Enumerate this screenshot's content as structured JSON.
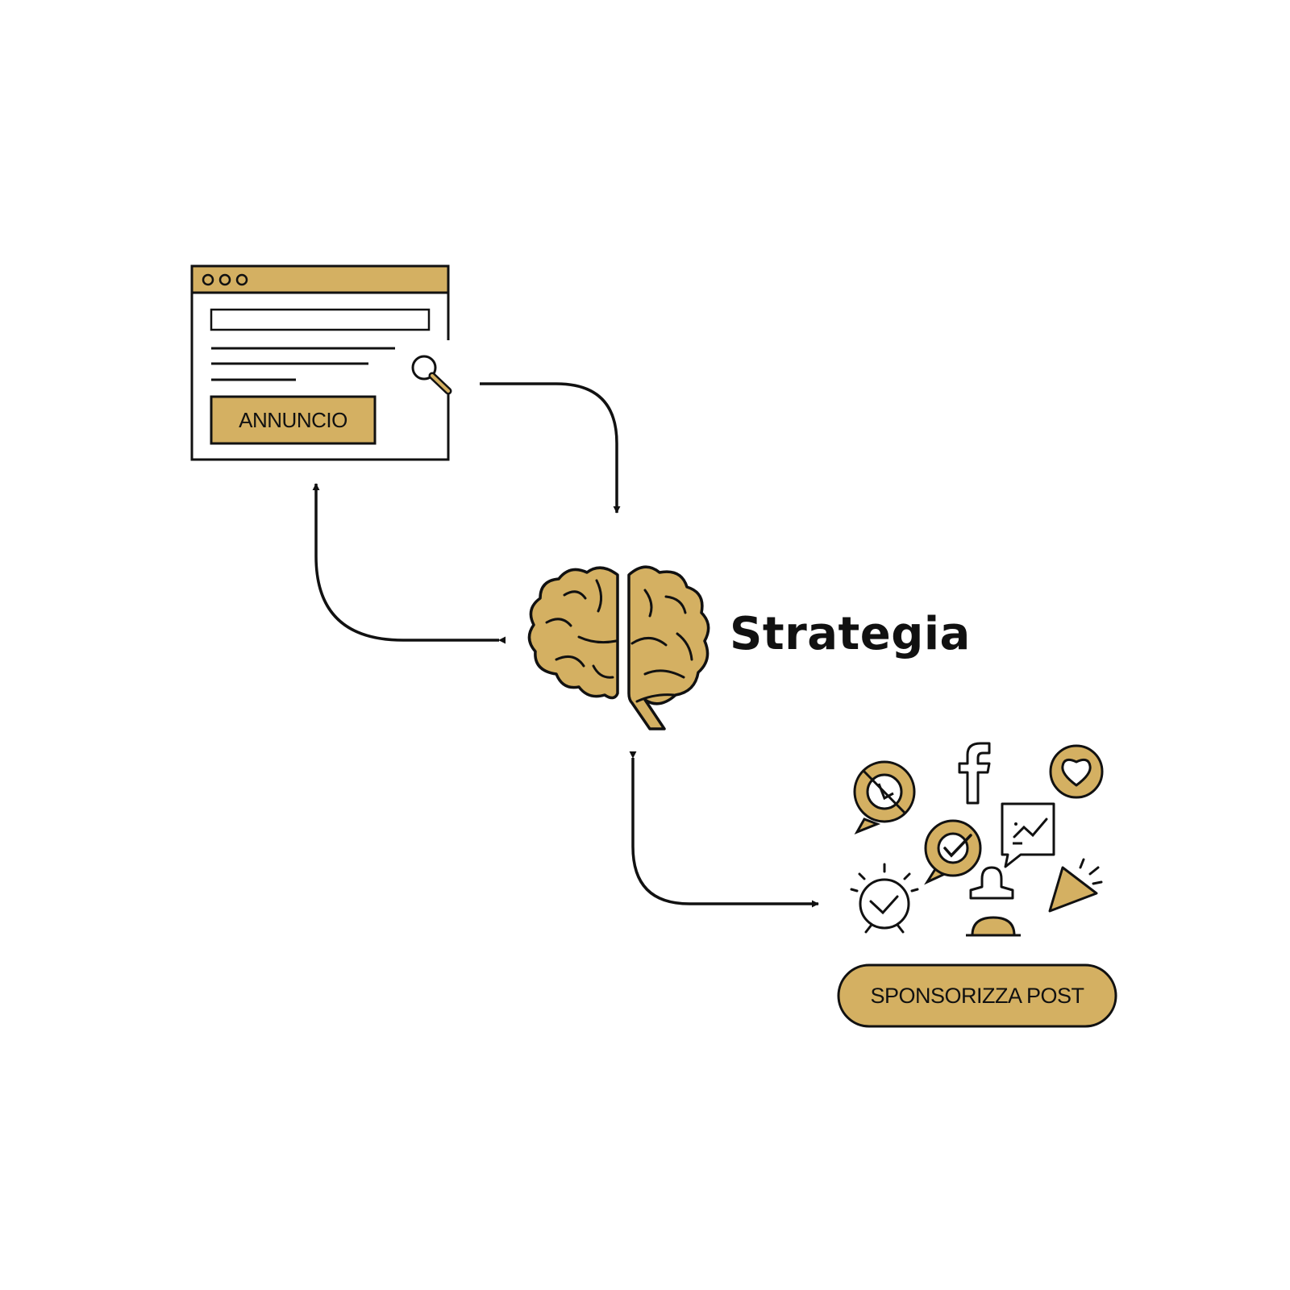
{
  "diagram": {
    "ad_window": {
      "button_label": "ANNUNCIO",
      "icon": "search-icon"
    },
    "center": {
      "label": "Strategia",
      "icon": "brain-icon"
    },
    "social": {
      "button_label": "SPONSORIZZA POST",
      "icons": [
        "chat-analytics-icon",
        "facebook-icon",
        "heart-icon",
        "chat-check-icon",
        "trend-chat-icon",
        "alarm-clock-icon",
        "user-icon",
        "megaphone-icon"
      ]
    },
    "colors": {
      "accent": "#D4B062",
      "line": "#111111",
      "background": "#FFFFFF"
    }
  }
}
